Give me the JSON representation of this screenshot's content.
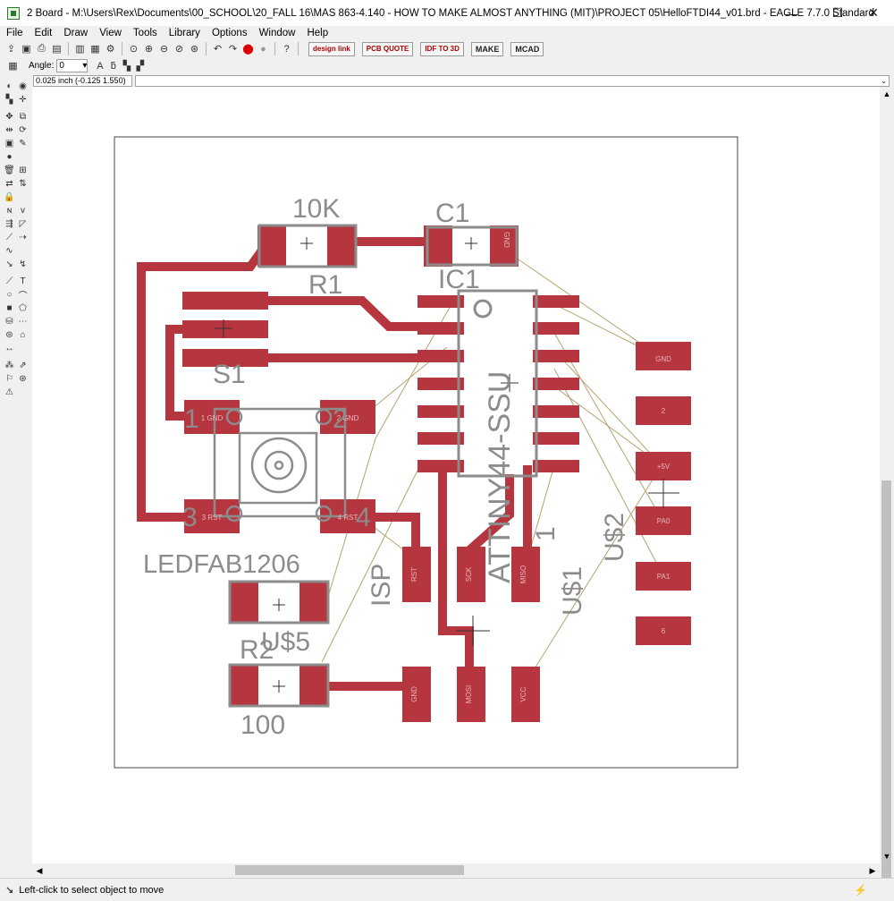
{
  "window": {
    "title": "2 Board - M:\\Users\\Rex\\Documents\\00_SCHOOL\\20_FALL 16\\MAS 863-4.140 - HOW TO MAKE ALMOST ANYTHING (MIT)\\PROJECT 05\\HelloFTDI44_v01.brd - EAGLE 7.7.0 Standard",
    "min_glyph": "—",
    "max_glyph": "☐",
    "close_glyph": "✕"
  },
  "menu": [
    "File",
    "Edit",
    "Draw",
    "View",
    "Tools",
    "Library",
    "Options",
    "Window",
    "Help"
  ],
  "toolbar": {
    "designlink": "design link",
    "pcb_quote": "PCB QUOTE",
    "idf_to_3d": "IDF TO 3D",
    "make": "MAKE",
    "mcad": "MCAD"
  },
  "params": {
    "angle_label": "Angle:",
    "angle_value": "0"
  },
  "coord_display": "0.025 inch (-0.125 1.550)",
  "command_value": "",
  "status": "Left-click to select object to move",
  "board": {
    "labels": {
      "r1_value": "10K",
      "r1_name": "R1",
      "c1_name": "C1",
      "ic1_name": "IC1",
      "ic1_value": "ATTINY44-SSU",
      "s1_name": "S1",
      "s1_pin1": "1",
      "s1_pin2": "2",
      "s1_pin3": "3",
      "s1_pin4": "4",
      "led_value": "LEDFAB1206",
      "u5_name": "U$5",
      "r2_name": "R2",
      "r2_value": "100",
      "isp_name": "ISP",
      "u1_name": "U$1",
      "u1_pin": "1",
      "u2_name": "U$2"
    },
    "pads": {
      "s1_1": "1 GND",
      "s1_2": "2 GND",
      "s1_3": "3 RST",
      "s1_4": "4 RST",
      "c1_gnd": "GND",
      "ftdi_1": "GND",
      "ftdi_2": "2",
      "ftdi_3": "+5V",
      "ftdi_4": "PA0",
      "ftdi_5": "PA1",
      "ftdi_6": "6",
      "isp_1": "RST",
      "isp_2": "SCK",
      "isp_3": "MISO",
      "isp_4": "GND",
      "isp_5": "MOSI",
      "isp_6": "VCC"
    }
  },
  "colors": {
    "copper": "#b5363f",
    "package": "#8c8c8c",
    "airwire": "#b5a26e",
    "dimension": "#444444"
  }
}
